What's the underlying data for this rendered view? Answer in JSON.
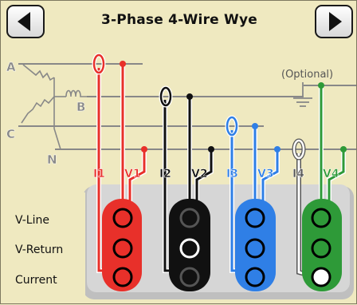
{
  "header": {
    "title": "3-Phase 4-Wire Wye",
    "prev_icon": "left-arrow-icon",
    "next_icon": "right-arrow-icon"
  },
  "source": {
    "phase_labels": [
      "A",
      "B",
      "C",
      "N"
    ],
    "optional_label": "(Optional)"
  },
  "meter": {
    "channel_labels": [
      "I1",
      "V1",
      "I2",
      "V2",
      "I3",
      "V3",
      "I4",
      "V4"
    ],
    "row_labels": [
      "V-Line",
      "V-Return",
      "Current"
    ]
  },
  "colors": {
    "background": "#efe9c0",
    "channel_1": "#e8302a",
    "channel_2": "#111111",
    "channel_3": "#2f7fe6",
    "channel_4": "#2e9a38",
    "meter_panel": "#d4d4d4"
  }
}
